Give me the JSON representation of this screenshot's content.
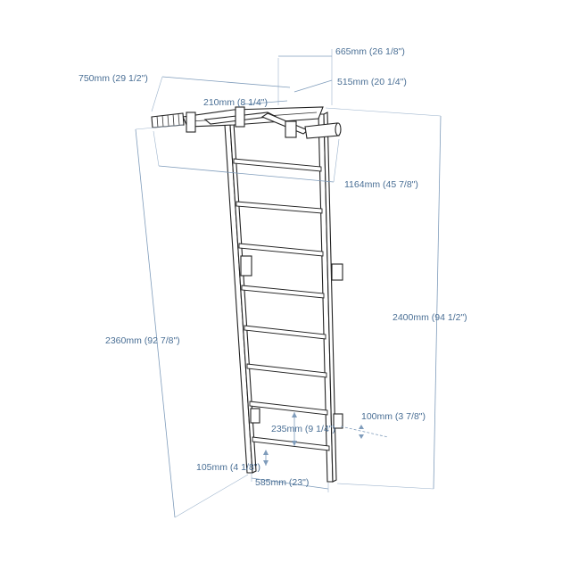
{
  "dimensions": {
    "depth_total": "665mm (26 1/8\")",
    "depth_bar": "515mm (20 1/4\")",
    "bar_length": "750mm (29 1/2\")",
    "bar_grip_gap": "210mm (8 1/4\")",
    "bar_total_width": "1164mm (45 7/8\")",
    "total_height": "2400mm (94 1/2\")",
    "ladder_height": "2360mm (92 7/8\")",
    "wall_offset": "100mm (3 7/8\")",
    "rung_spacing": "235mm (9 1/4\")",
    "bottom_clearance": "105mm (4 1/8\")",
    "ladder_width": "585mm (23\")"
  },
  "colors": {
    "dimension_text": "#4a6f95",
    "dimension_line": "#7f9cbb",
    "frame": "#222222"
  }
}
